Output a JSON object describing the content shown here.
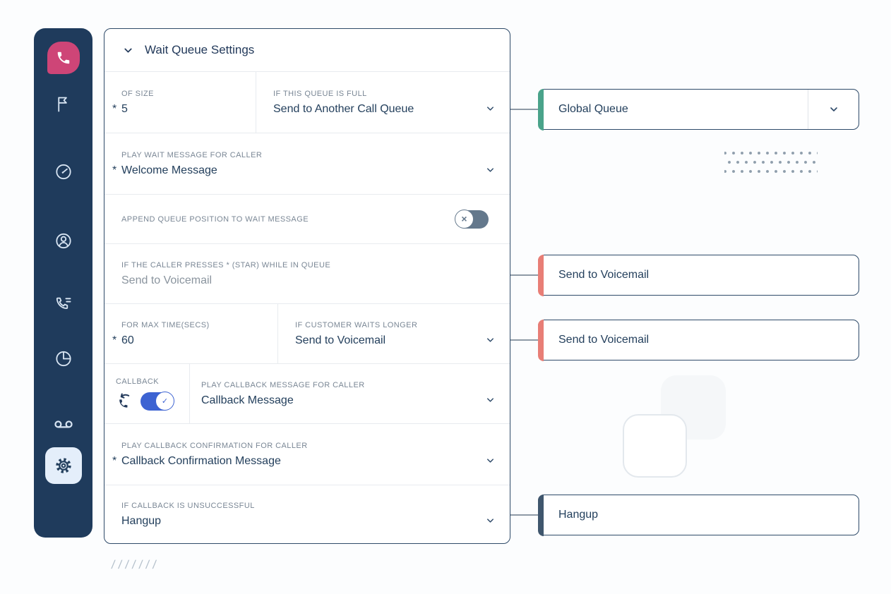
{
  "colors": {
    "sidebar_bg": "#1f3b5c",
    "logo_pink": "#ce4577",
    "sidebar_icon": "#d9e6f4",
    "panel_border": "#2e4a69",
    "label_gray": "#7a8795",
    "value_navy": "#233f5c",
    "muted_value": "#8a949e",
    "toggle_on_blue": "#3d63d2",
    "toggle_off_gray": "#64788c",
    "connector_gray": "#8e9aa6",
    "accent_teal": "#4aa38a",
    "accent_red": "#e87e76",
    "accent_navy": "#3f566d"
  },
  "sidebar": {
    "items": [
      {
        "id": "logo",
        "icon": "phone-logo"
      },
      {
        "id": "flag",
        "icon": "flag"
      },
      {
        "id": "dashboard",
        "icon": "gauge"
      },
      {
        "id": "contacts",
        "icon": "user"
      },
      {
        "id": "call-metrics",
        "icon": "phone-list"
      },
      {
        "id": "reports",
        "icon": "pie-chart"
      },
      {
        "id": "voicemail",
        "icon": "voicemail"
      },
      {
        "id": "settings",
        "icon": "gear",
        "active": true
      }
    ]
  },
  "panel": {
    "title": "Wait Queue Settings",
    "rows": {
      "size": {
        "label": "OF SIZE",
        "star": "*",
        "value": "5"
      },
      "queue_full": {
        "label": "IF THIS QUEUE IS FULL",
        "value": "Send to Another Call Queue"
      },
      "wait_message": {
        "label": "PLAY WAIT MESSAGE FOR CALLER",
        "star": "*",
        "value": "Welcome Message"
      },
      "append_position": {
        "label": "APPEND QUEUE POSITION TO WAIT MESSAGE",
        "toggle": "off"
      },
      "star_press": {
        "label": "IF THE CALLER PRESSES * (STAR) WHILE IN QUEUE",
        "value": "Send to Voicemail"
      },
      "max_time": {
        "label": "FOR MAX TIME(SECS)",
        "star": "*",
        "value": "60"
      },
      "waits_longer": {
        "label": "IF CUSTOMER WAITS LONGER",
        "value": "Send to Voicemail"
      },
      "callback": {
        "label": "CALLBACK",
        "toggle": "on"
      },
      "callback_message": {
        "label": "PLAY CALLBACK MESSAGE FOR CALLER",
        "value": "Callback Message"
      },
      "callback_confirmation": {
        "label": "PLAY CALLBACK CONFIRMATION FOR CALLER",
        "star": "*",
        "value": "Callback Confirmation Message"
      },
      "callback_unsuccessful": {
        "label": "IF CALLBACK IS UNSUCCESSFUL",
        "value": "Hangup"
      }
    }
  },
  "nodes": [
    {
      "label": "Global Queue",
      "accent": "#4aa38a",
      "dropdown": true
    },
    {
      "label": "Send to Voicemail",
      "accent": "#e87e76"
    },
    {
      "label": "Send to Voicemail",
      "accent": "#e87e76"
    },
    {
      "label": "Hangup",
      "accent": "#3f566d"
    }
  ],
  "decor": {
    "slashes": "///////"
  }
}
